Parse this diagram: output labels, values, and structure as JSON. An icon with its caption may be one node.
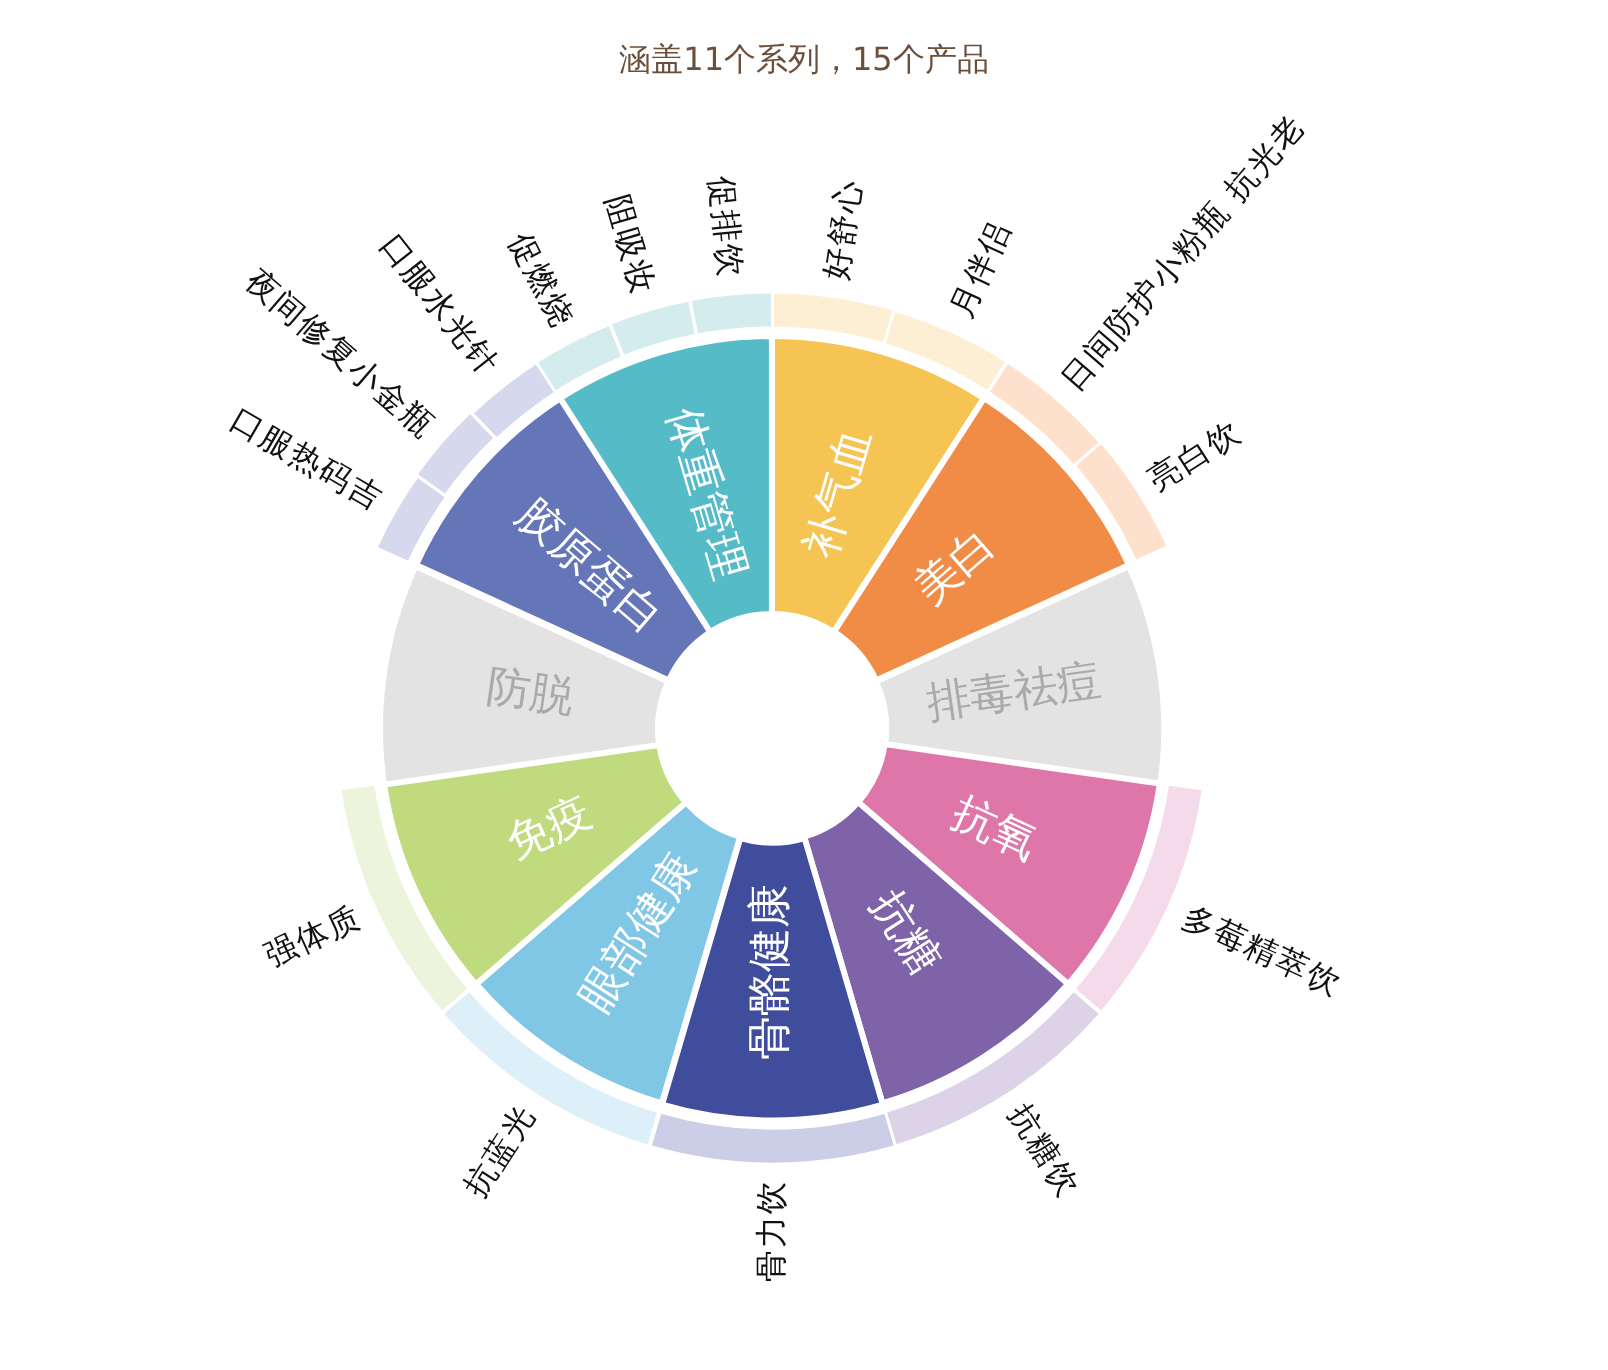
{
  "diagram": {
    "title": "涵盖11个系列，15个产品",
    "nodes": [
      {
        "text": [
          "补气血"
        ]
      },
      {
        "text": [
          "美白"
        ]
      },
      {
        "text": [
          "排毒祛痘"
        ]
      },
      {
        "text": [
          "抗氧"
        ]
      },
      {
        "text": [
          "抗糖"
        ]
      },
      {
        "text": [
          "骨骼健康"
        ]
      },
      {
        "text": [
          "眼部健康"
        ]
      },
      {
        "text": [
          "免疫"
        ]
      },
      {
        "text": [
          "防脱"
        ]
      },
      {
        "text": [
          "胶原蛋白"
        ]
      },
      {
        "text": [
          "体重管理"
        ]
      },
      {
        "text": [
          "好舒心"
        ]
      },
      {
        "text": [
          "月伴侣"
        ]
      },
      {
        "text": [
          "日间防护小粉瓶 抗光老"
        ]
      },
      {
        "text": [
          "亮白饮"
        ]
      },
      {
        "text": [
          "多莓精萃饮"
        ]
      },
      {
        "text": [
          "抗糖饮"
        ]
      },
      {
        "text": [
          "骨力饮"
        ]
      },
      {
        "text": [
          "抗蓝光"
        ]
      },
      {
        "text": [
          "强体质"
        ]
      },
      {
        "text": [
          "口服热码吉"
        ]
      },
      {
        "text": [
          "夜间修复小金瓶"
        ]
      },
      {
        "text": [
          "口服水光针"
        ]
      },
      {
        "text": [
          "促燃烧"
        ]
      },
      {
        "text": [
          "阻吸妆"
        ]
      },
      {
        "text": [
          "促排饮"
        ]
      }
    ]
  }
}
